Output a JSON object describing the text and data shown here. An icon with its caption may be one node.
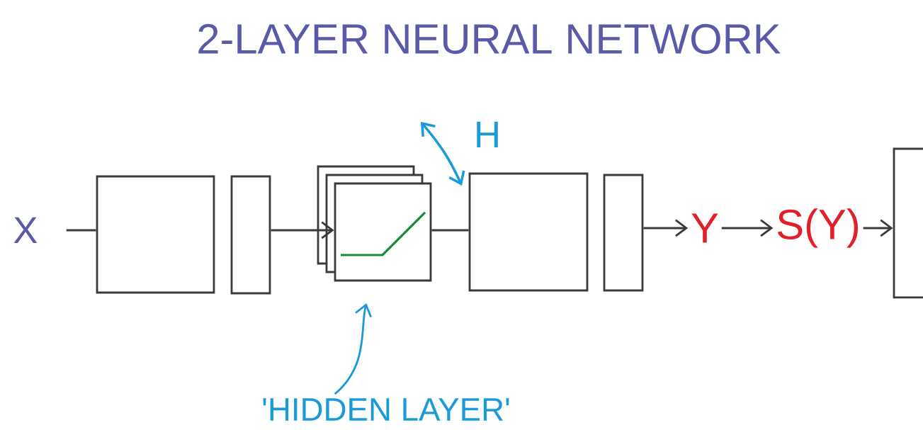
{
  "diagram": {
    "title": "2-LAYER NEURAL NETWORK",
    "nodes": [
      {
        "text": [
          "X"
        ]
      },
      {
        "text": [],
        "shape": "box"
      },
      {
        "text": [],
        "shape": "box"
      },
      {
        "text": [],
        "shape": "box"
      },
      {
        "text": [],
        "shape": "box"
      },
      {
        "text": [],
        "shape": "box"
      },
      {
        "text": [
          "Y"
        ]
      },
      {
        "text": [
          "S(Y)"
        ]
      },
      {
        "text": [],
        "shape": "box"
      },
      {
        "text": [
          "'HIDDEN LAYER'"
        ]
      }
    ],
    "edges": [
      {
        "from": 0,
        "to": 1,
        "arrow": "none"
      },
      {
        "from": 2,
        "to": 3,
        "arrow": "to"
      },
      {
        "from": 3,
        "to": 4,
        "arrow": "none"
      },
      {
        "from": 5,
        "to": 6,
        "arrow": "to"
      },
      {
        "from": 6,
        "to": 7,
        "arrow": "to"
      },
      {
        "from": 7,
        "to": 8,
        "arrow": "to"
      },
      {
        "from": 9,
        "to": 3,
        "arrow": "to",
        "color": "#1a9ad6"
      }
    ],
    "labels": [
      "H"
    ]
  }
}
